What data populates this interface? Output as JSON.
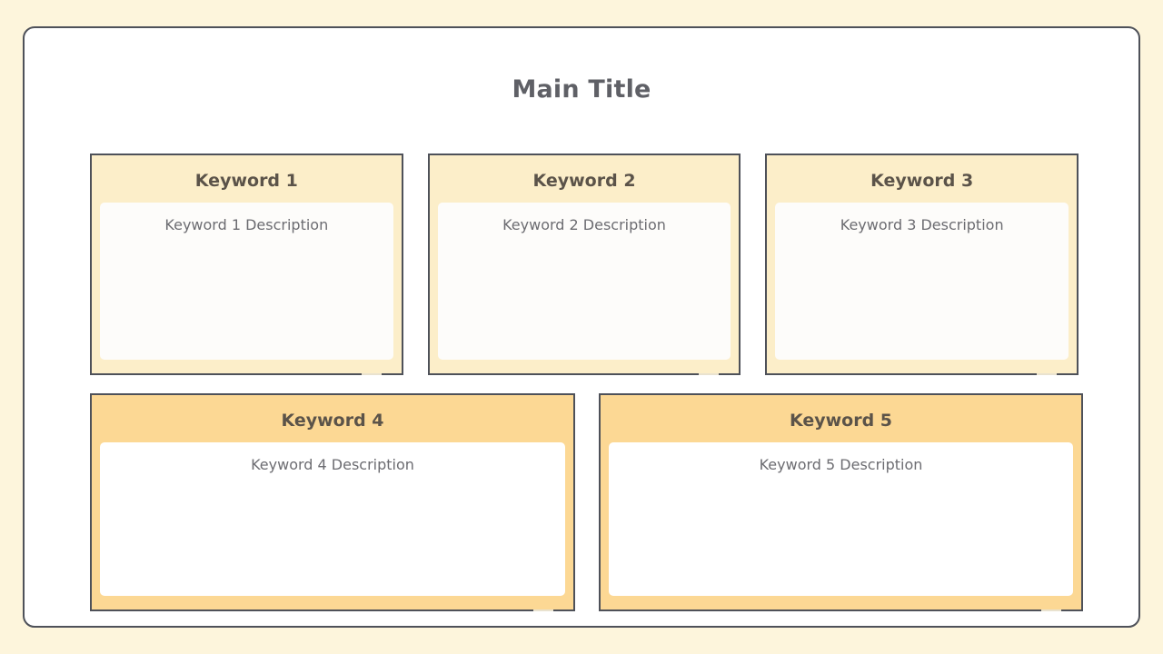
{
  "page": {
    "background_color": "#fdf5dc",
    "frame_background": "#ffffff",
    "frame_border_color": "#4e5159"
  },
  "header": {
    "title": "Main Title"
  },
  "theme": {
    "card_border": "#4e5159",
    "card_fill_light": "#fceec9",
    "card_fill_strong": "#fcd894",
    "inner_panel_light": "#fdfcfa",
    "inner_panel_strong": "#ffffff",
    "heading_text": "#5b5349",
    "description_text": "#6c6c71",
    "title_text": "#5f6066"
  },
  "rows": [
    {
      "name": "top-row",
      "cards": [
        {
          "heading": "Keyword 1",
          "description": "Keyword 1 Description"
        },
        {
          "heading": "Keyword 2",
          "description": "Keyword 2 Description"
        },
        {
          "heading": "Keyword 3",
          "description": "Keyword 3 Description"
        }
      ]
    },
    {
      "name": "bottom-row",
      "cards": [
        {
          "heading": "Keyword 4",
          "description": "Keyword 4 Description"
        },
        {
          "heading": "Keyword 5",
          "description": "Keyword 5 Description"
        }
      ]
    }
  ]
}
